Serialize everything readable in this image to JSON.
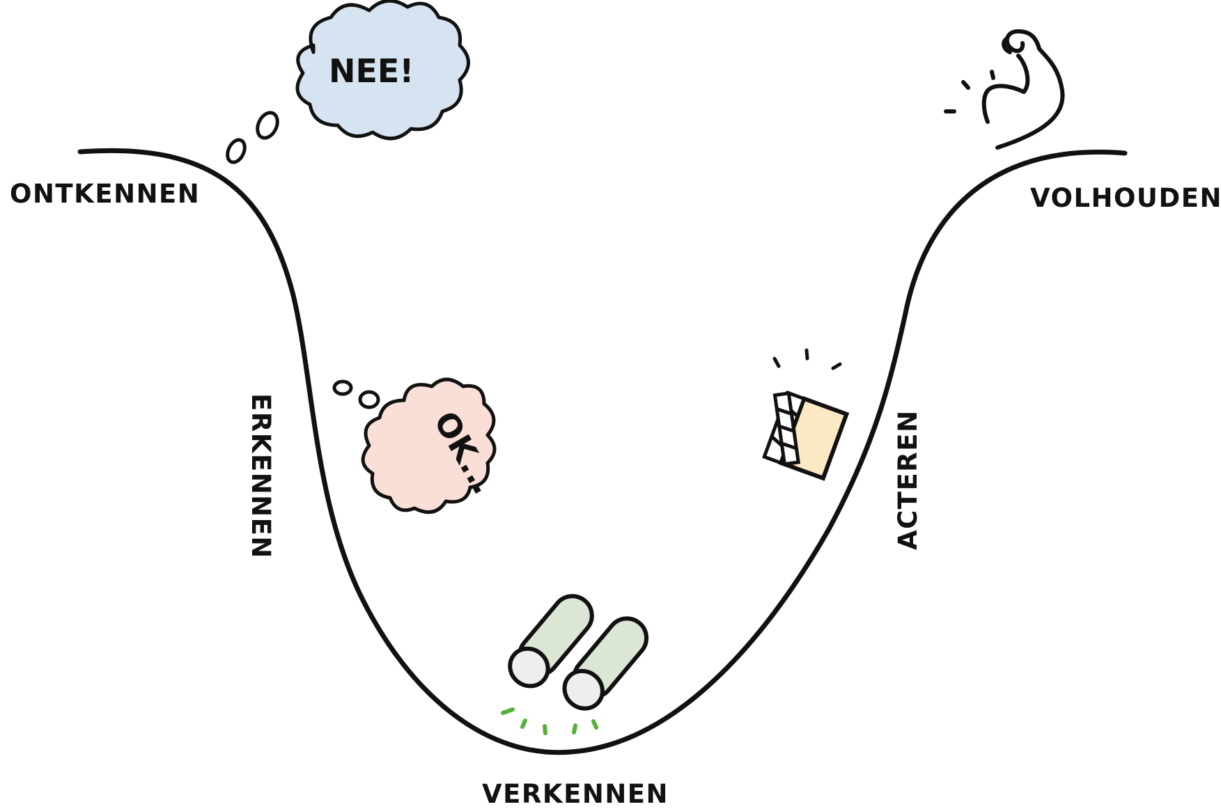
{
  "stages": {
    "ontkennen": "ONTKENNEN",
    "erkennen": "ERKENNEN",
    "verkennen": "VERKENNEN",
    "acteren": "ACTEREN",
    "volhouden": "VOLHOUDEN"
  },
  "bubbles": {
    "denial_text": "NEE!",
    "acceptance_text": "OK..."
  },
  "icons": {
    "curve": "change-curve",
    "denial": "thought-bubble-icon",
    "acceptance": "thought-bubble-icon",
    "explore": "binoculars-icon",
    "act": "clapperboard-icon",
    "persist": "flexed-arm-icon"
  },
  "colors": {
    "line": "#111111",
    "denial_bubble": "#d6e4f1",
    "acceptance_bubble": "#fadfd6",
    "binoculars": "#dbe6d4",
    "binocular_lens": "#eeeeee",
    "binocular_sparks": "#55b13a",
    "clapperboard": "#fbe9c4"
  }
}
